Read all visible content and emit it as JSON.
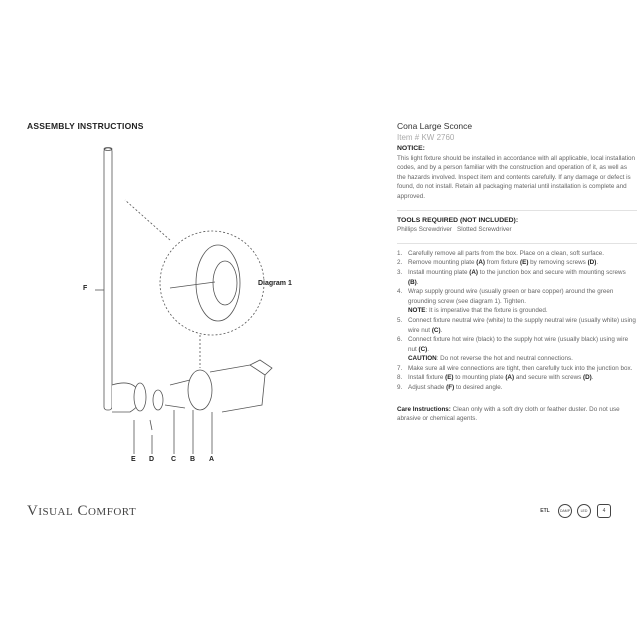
{
  "assembly_title": "ASSEMBLY INSTRUCTIONS",
  "product_name": "Cona Large Sconce",
  "item_number": "Item # KW 2760",
  "notice": {
    "heading": "NOTICE:",
    "text": "This light fixture should be installed in accordance with all applicable, local installation codes, and by a person familiar with the construction and operation of it, as well as the hazards involved. Inspect item and contents carefully. If any damage or defect is found, do not install. Retain all packaging material until installation is complete and approved."
  },
  "tools": {
    "heading": "TOOLS REQUIRED (NOT INCLUDED):",
    "items": [
      "Phillips Screwdriver",
      "Slotted Screwdriver"
    ]
  },
  "steps": [
    {
      "n": "1.",
      "segs": [
        {
          "t": "Carefully remove all parts from the box. Place on a clean, soft surface."
        }
      ]
    },
    {
      "n": "2.",
      "segs": [
        {
          "t": "Remove mounting plate "
        },
        {
          "t": "(A)",
          "b": true
        },
        {
          "t": " from fixture "
        },
        {
          "t": "(E)",
          "b": true
        },
        {
          "t": " by removing screws "
        },
        {
          "t": "(D)",
          "b": true
        },
        {
          "t": "."
        }
      ]
    },
    {
      "n": "3.",
      "segs": [
        {
          "t": "Install mounting plate "
        },
        {
          "t": "(A)",
          "b": true
        },
        {
          "t": " to the junction box and secure with mounting screws "
        },
        {
          "t": "(B)",
          "b": true
        },
        {
          "t": "."
        }
      ]
    },
    {
      "n": "4.",
      "segs": [
        {
          "t": "Wrap supply ground wire (usually green or bare copper) around the green grounding screw (see diagram 1). Tighten."
        }
      ],
      "note": [
        {
          "t": "NOTE",
          "b": true
        },
        {
          "t": ": It is imperative that the fixture is grounded."
        }
      ]
    },
    {
      "n": "5.",
      "segs": [
        {
          "t": "Connect fixture neutral wire (white) to the supply neutral wire (usually white) using wire nut "
        },
        {
          "t": "(C)",
          "b": true
        },
        {
          "t": "."
        }
      ]
    },
    {
      "n": "6.",
      "segs": [
        {
          "t": "Connect fixture hot wire (black) to the supply hot wire (usually black) using wire nut "
        },
        {
          "t": "(C)",
          "b": true
        },
        {
          "t": "."
        }
      ],
      "note": [
        {
          "t": "CAUTION",
          "b": true
        },
        {
          "t": ": Do not reverse the hot and neutral connections."
        }
      ]
    },
    {
      "n": "7.",
      "segs": [
        {
          "t": "Make sure all wire connections are tight, then carefully tuck into the junction box."
        }
      ]
    },
    {
      "n": "8.",
      "segs": [
        {
          "t": "Install fixture "
        },
        {
          "t": "(E)",
          "b": true
        },
        {
          "t": " to mounting plate "
        },
        {
          "t": "(A)",
          "b": true
        },
        {
          "t": " and secure with screws "
        },
        {
          "t": "(D)",
          "b": true
        },
        {
          "t": "."
        }
      ]
    },
    {
      "n": "9.",
      "segs": [
        {
          "t": "Adjust shade "
        },
        {
          "t": "(F)",
          "b": true
        },
        {
          "t": " to desired angle."
        }
      ]
    }
  ],
  "care": {
    "label": "Care Instructions:",
    "text": " Clean only with a soft dry cloth or feather duster. Do not use abrasive or chemical agents."
  },
  "diagram": {
    "callout": "Diagram 1",
    "labels": {
      "F": "F",
      "E": "E",
      "D": "D",
      "C": "C",
      "B": "B",
      "A": "A"
    }
  },
  "brand": "Visual Comfort",
  "badges": {
    "etl": "ETL",
    "damp": "DAMP",
    "led": "LED",
    "count": "4"
  }
}
